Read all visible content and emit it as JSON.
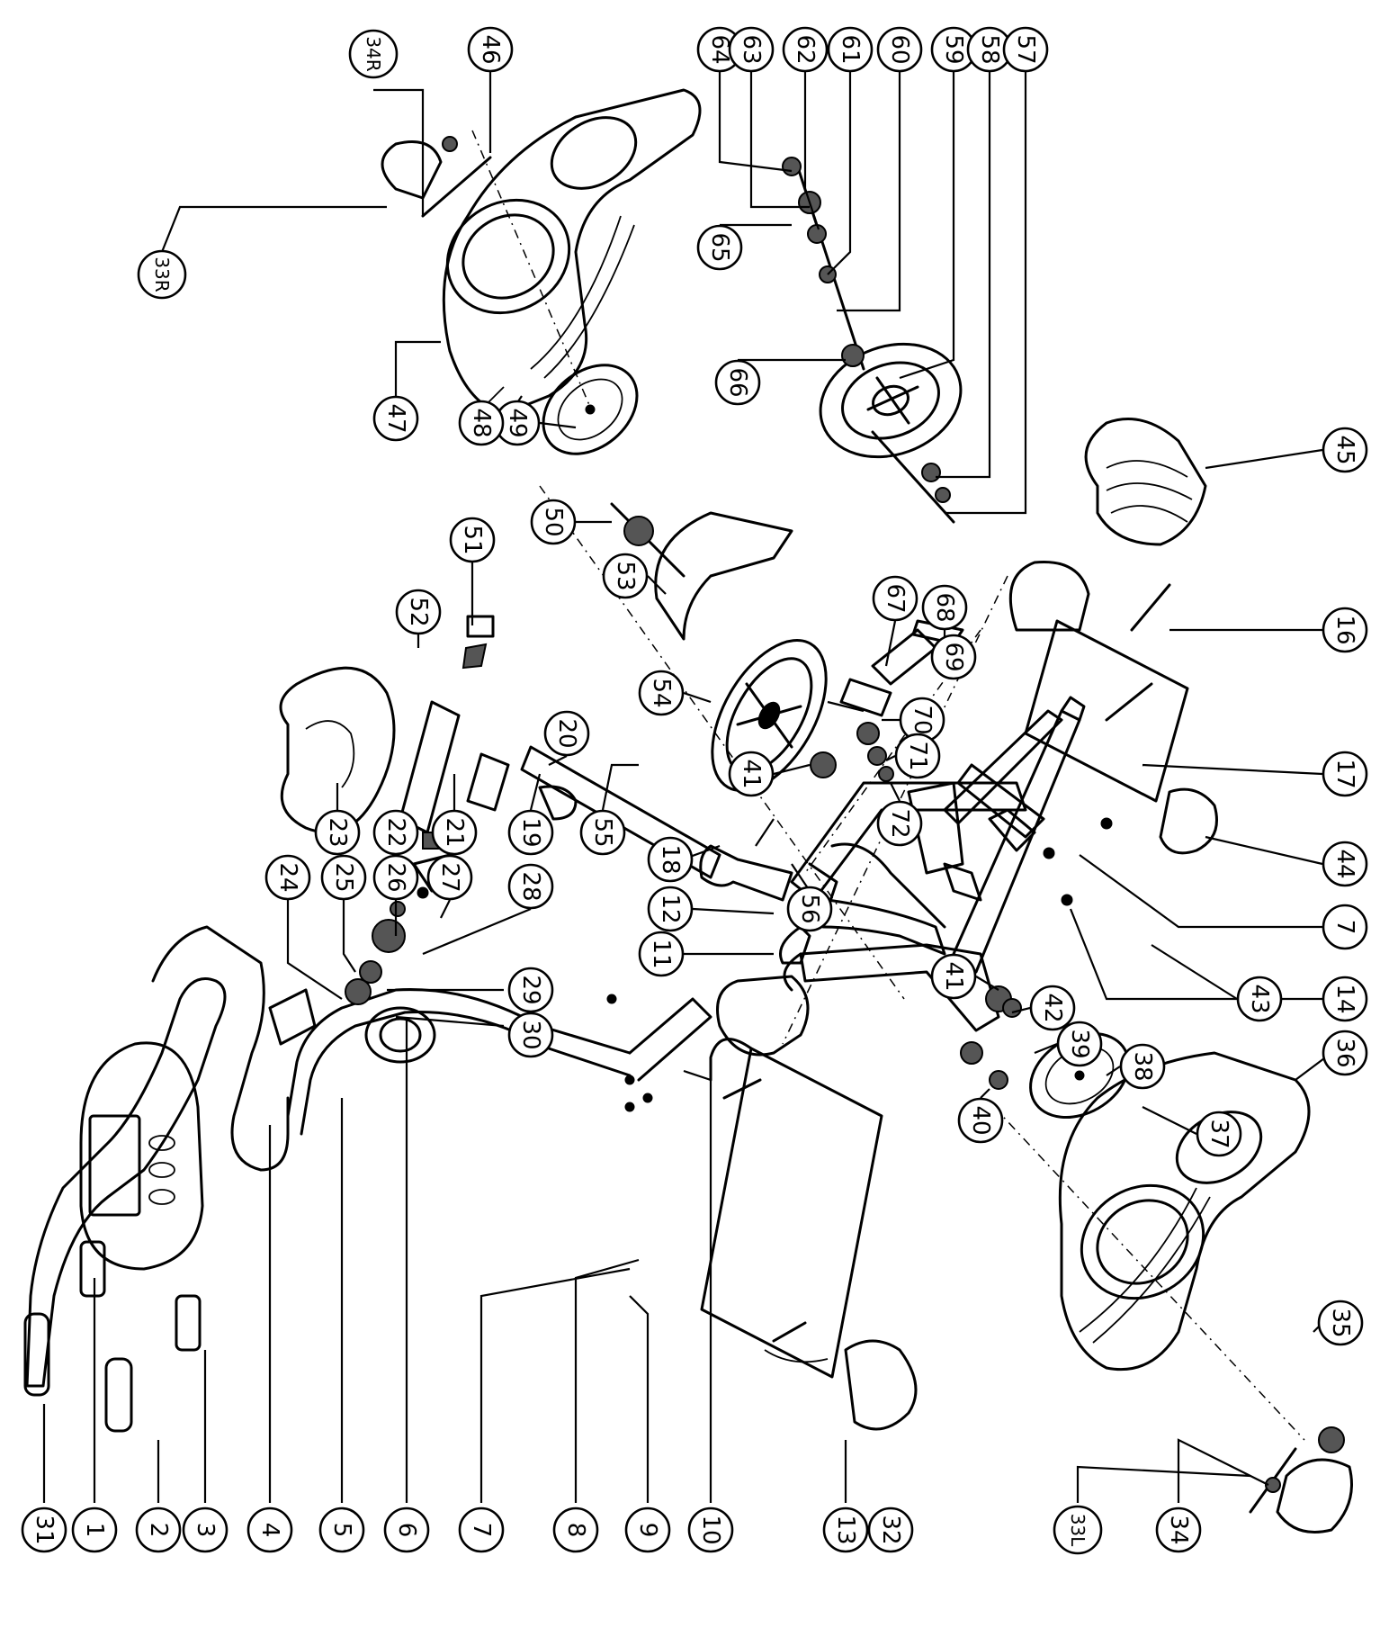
{
  "diagram": {
    "type": "exploded-parts-view",
    "orientation": "rotated-90-clockwise",
    "callouts": [
      {
        "id": "c31",
        "label": "31"
      },
      {
        "id": "c1",
        "label": "1"
      },
      {
        "id": "c2",
        "label": "2"
      },
      {
        "id": "c3",
        "label": "3"
      },
      {
        "id": "c4",
        "label": "4"
      },
      {
        "id": "c5",
        "label": "5"
      },
      {
        "id": "c6",
        "label": "6"
      },
      {
        "id": "c7a",
        "label": "7"
      },
      {
        "id": "c8",
        "label": "8"
      },
      {
        "id": "c9",
        "label": "9"
      },
      {
        "id": "c10",
        "label": "10"
      },
      {
        "id": "c13",
        "label": "13"
      },
      {
        "id": "c32",
        "label": "32"
      },
      {
        "id": "c33L",
        "label": "33L"
      },
      {
        "id": "c34",
        "label": "34"
      },
      {
        "id": "c24",
        "label": "24"
      },
      {
        "id": "c25",
        "label": "25"
      },
      {
        "id": "c26",
        "label": "26"
      },
      {
        "id": "c27",
        "label": "27"
      },
      {
        "id": "c28",
        "label": "28"
      },
      {
        "id": "c29",
        "label": "29"
      },
      {
        "id": "c30",
        "label": "30"
      },
      {
        "id": "c11",
        "label": "11"
      },
      {
        "id": "c12",
        "label": "12"
      },
      {
        "id": "c56",
        "label": "56"
      },
      {
        "id": "c18",
        "label": "18"
      },
      {
        "id": "c55",
        "label": "55"
      },
      {
        "id": "c19",
        "label": "19"
      },
      {
        "id": "c21",
        "label": "21"
      },
      {
        "id": "c22",
        "label": "22"
      },
      {
        "id": "c23",
        "label": "23"
      },
      {
        "id": "c20",
        "label": "20"
      },
      {
        "id": "c52",
        "label": "52"
      },
      {
        "id": "c51",
        "label": "51"
      },
      {
        "id": "c41a",
        "label": "41"
      },
      {
        "id": "c41b",
        "label": "41"
      },
      {
        "id": "c54",
        "label": "54"
      },
      {
        "id": "c53",
        "label": "53"
      },
      {
        "id": "c50",
        "label": "50"
      },
      {
        "id": "c49",
        "label": "49"
      },
      {
        "id": "c48",
        "label": "48"
      },
      {
        "id": "c47",
        "label": "47"
      },
      {
        "id": "c33R",
        "label": "33R"
      },
      {
        "id": "c34R",
        "label": "34R"
      },
      {
        "id": "c46",
        "label": "46"
      },
      {
        "id": "c64",
        "label": "64"
      },
      {
        "id": "c63",
        "label": "63"
      },
      {
        "id": "c62",
        "label": "62"
      },
      {
        "id": "c61",
        "label": "61"
      },
      {
        "id": "c60",
        "label": "60"
      },
      {
        "id": "c59",
        "label": "59"
      },
      {
        "id": "c58",
        "label": "58"
      },
      {
        "id": "c57",
        "label": "57"
      },
      {
        "id": "c65",
        "label": "65"
      },
      {
        "id": "c66",
        "label": "66"
      },
      {
        "id": "c45",
        "label": "45"
      },
      {
        "id": "c16",
        "label": "16"
      },
      {
        "id": "c17",
        "label": "17"
      },
      {
        "id": "c44",
        "label": "44"
      },
      {
        "id": "c7b",
        "label": "7"
      },
      {
        "id": "c14",
        "label": "14"
      },
      {
        "id": "c67",
        "label": "67"
      },
      {
        "id": "c68",
        "label": "68"
      },
      {
        "id": "c69",
        "label": "69"
      },
      {
        "id": "c70",
        "label": "70"
      },
      {
        "id": "c71",
        "label": "71"
      },
      {
        "id": "c72",
        "label": "72"
      },
      {
        "id": "c43",
        "label": "43"
      },
      {
        "id": "c42",
        "label": "42"
      },
      {
        "id": "c39",
        "label": "39"
      },
      {
        "id": "c38",
        "label": "38"
      },
      {
        "id": "c37",
        "label": "37"
      },
      {
        "id": "c36",
        "label": "36"
      },
      {
        "id": "c40",
        "label": "40"
      },
      {
        "id": "c35",
        "label": "35"
      }
    ]
  }
}
